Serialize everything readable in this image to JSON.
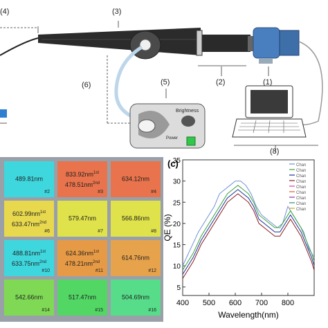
{
  "diagram": {
    "labels": {
      "l1": "(1)",
      "l2": "(2)",
      "l3": "(3)",
      "l4": "(4)",
      "l5": "(5)",
      "l6": "(6)",
      "l8": "(8)"
    },
    "box_text": {
      "brightness": "Brightness",
      "power": "Power"
    }
  },
  "grid": {
    "cells": [
      {
        "lines": [
          "489.81nm"
        ],
        "num": "#2",
        "color": "#3fd7de"
      },
      {
        "lines": [
          "833.92nm^1st",
          "478.51nm^2nd"
        ],
        "num": "#3",
        "color": "#e8734c"
      },
      {
        "lines": [
          "634.12nm"
        ],
        "num": "#4",
        "color": "#e8734c"
      },
      {
        "lines": [
          "602.99nm^1st",
          "633.47nm^2nd"
        ],
        "num": "#6",
        "color": "#e8d84e"
      },
      {
        "lines": [
          "579.47nm"
        ],
        "num": "#7",
        "color": "#dfe24a"
      },
      {
        "lines": [
          "566.86nm"
        ],
        "num": "#8",
        "color": "#dfe24a"
      },
      {
        "lines": [
          "488.81nm^1st",
          "633.75nm^2nd"
        ],
        "num": "#10",
        "color": "#3fd7de"
      },
      {
        "lines": [
          "624.36nm^1st",
          "478.21nm^2nd"
        ],
        "num": "#11",
        "color": "#e79a45"
      },
      {
        "lines": [
          "614.76nm"
        ],
        "num": "#12",
        "color": "#e7a24c"
      },
      {
        "lines": [
          "542.66nm"
        ],
        "num": "#14",
        "color": "#7fd955"
      },
      {
        "lines": [
          "517.47nm"
        ],
        "num": "#15",
        "color": "#52d765"
      },
      {
        "lines": [
          "504.69nm"
        ],
        "num": "#16",
        "color": "#57dd8a"
      }
    ]
  },
  "chart_data": {
    "type": "line",
    "panel_label": "(c)",
    "xlabel": "Wavelength(nm)",
    "ylabel": "QE (%)",
    "xlim": [
      400,
      900
    ],
    "ylim": [
      3,
      35
    ],
    "xticks": [
      400,
      500,
      600,
      700,
      800
    ],
    "yticks": [
      5,
      10,
      15,
      20,
      25,
      30,
      35
    ],
    "legend_placement": "top-right",
    "legend_labels": [
      "Chan",
      "Chan",
      "Chan",
      "Chan",
      "Chan",
      "Chan",
      "Chan",
      "Chan",
      "Chan"
    ],
    "colors": [
      "#6f8fd8",
      "#3aa53a",
      "#1a2f9a",
      "#8b1a1a",
      "#d83aa0",
      "#e05a30",
      "#7a3a9a",
      "#2a8a7a",
      "#c8a030"
    ],
    "series": [
      {
        "x": [
          400,
          430,
          460,
          480,
          500,
          520,
          540,
          560,
          580,
          600,
          620,
          640,
          660,
          680,
          700,
          720,
          740,
          760,
          780,
          800,
          820,
          840,
          860,
          880,
          900
        ],
        "y": [
          10,
          14,
          18,
          20,
          22,
          24,
          27,
          28,
          29,
          30,
          30,
          29,
          27,
          24,
          22,
          21,
          20,
          19,
          20,
          24,
          22,
          20,
          18,
          14,
          12
        ]
      },
      {
        "x": [
          400,
          440,
          470,
          490,
          510,
          530,
          550,
          570,
          590,
          610,
          630,
          650,
          670,
          690,
          710,
          730,
          750,
          770,
          790,
          810,
          830,
          850,
          870,
          890,
          900
        ],
        "y": [
          9,
          13,
          17,
          19,
          21,
          23,
          25,
          27,
          28,
          29,
          28,
          27,
          25,
          22,
          21,
          20,
          19,
          19,
          21,
          23,
          21,
          19,
          16,
          13,
          11
        ]
      },
      {
        "x": [
          400,
          440,
          470,
          490,
          510,
          530,
          550,
          570,
          590,
          610,
          630,
          650,
          670,
          690,
          710,
          730,
          750,
          770,
          790,
          810,
          830,
          850,
          870,
          890,
          900
        ],
        "y": [
          8,
          12,
          16,
          18,
          20,
          22,
          24,
          26,
          27,
          28,
          27,
          26,
          24,
          21,
          20,
          19,
          18,
          18,
          20,
          22,
          20,
          18,
          15,
          12,
          10
        ]
      },
      {
        "x": [
          400,
          440,
          470,
          490,
          510,
          530,
          550,
          570,
          590,
          610,
          630,
          650,
          670,
          690,
          710,
          730,
          750,
          770,
          790,
          810,
          830,
          850,
          870,
          890,
          900
        ],
        "y": [
          7,
          11,
          15,
          17,
          19,
          21,
          23,
          25,
          26,
          27,
          26,
          25,
          23,
          20,
          19,
          18,
          17,
          17,
          19,
          21,
          19,
          17,
          14,
          11,
          9
        ]
      }
    ]
  }
}
